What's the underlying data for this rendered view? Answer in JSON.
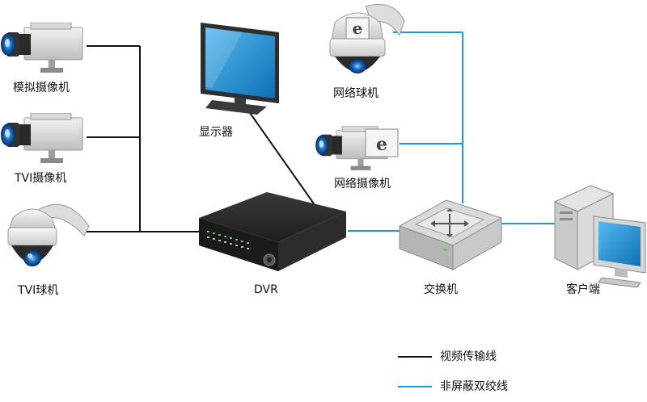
{
  "colors": {
    "video_line": "#111111",
    "network_line": "#1a9ad6",
    "screen_blue": "#1c8fd4",
    "device_dark": "#2b2b2b",
    "device_light": "#e6e6e6"
  },
  "devices": {
    "analog_camera": {
      "label": "模拟摄像机",
      "icon": "box-camera-icon"
    },
    "tvi_camera": {
      "label": "TVI摄像机",
      "icon": "box-camera-icon"
    },
    "tvi_dome": {
      "label": "TVI球机",
      "icon": "dome-camera-icon"
    },
    "monitor": {
      "label": "显示器",
      "icon": "monitor-icon"
    },
    "dvr": {
      "label": "DVR",
      "icon": "dvr-icon"
    },
    "network_dome": {
      "label": "网络球机",
      "icon": "dome-camera-icon"
    },
    "network_camera": {
      "label": "网络摄像机",
      "icon": "box-camera-icon"
    },
    "switch": {
      "label": "交换机",
      "icon": "switch-icon"
    },
    "client": {
      "label": "客户端",
      "icon": "pc-icon"
    }
  },
  "legend": [
    {
      "label": "视频传输线",
      "color_key": "video_line"
    },
    {
      "label": "非屏蔽双绞线",
      "color_key": "network_line"
    }
  ]
}
